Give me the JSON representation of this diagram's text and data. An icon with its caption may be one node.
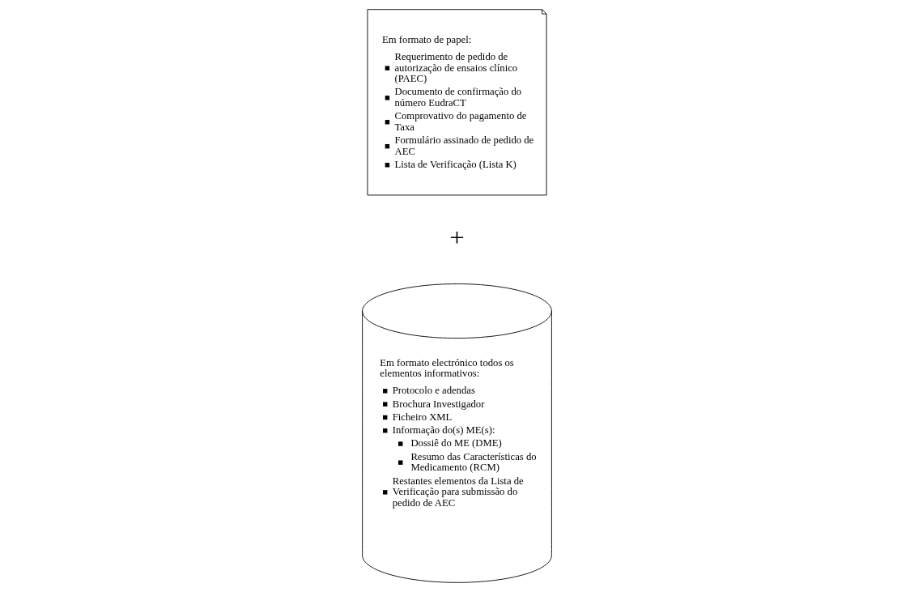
{
  "diagram": {
    "nodes": [
      {
        "text": [
          "Em formato de papel:",
          "Requerimento de pedido de autorização de ensaios clínico (PAEC)",
          "Documento de confirmação do número EudraCT",
          "Comprovativo do pagamento de Taxa",
          "Formulário assinado de pedido de AEC",
          "Lista de Verificação (Lista K)"
        ]
      },
      {
        "text": [
          "Em formato electrónico todos os elementos informativos:",
          "Protocolo e adendas",
          "Brochura Investigador",
          "Ficheiro XML",
          "Informação do(s) ME(s):",
          "Dossiê do ME (DME)",
          "Resumo das Características do Medicamento (RCM)",
          "Restantes elementos da Lista de Verificação para submissão do pedido de AEC"
        ]
      }
    ],
    "edges": [],
    "labels": [
      "+"
    ]
  }
}
